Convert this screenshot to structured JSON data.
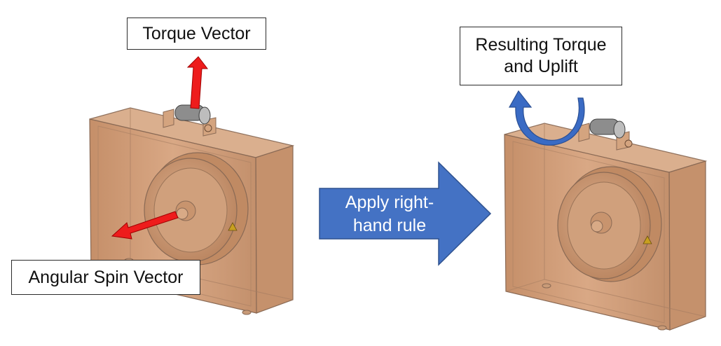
{
  "labels": {
    "torque_vector": "Torque Vector",
    "angular_spin_vector": "Angular Spin Vector",
    "resulting_line1": "Resulting Torque",
    "resulting_line2": "and Uplift"
  },
  "center_arrow": {
    "line1": "Apply right-",
    "line2": "hand rule"
  },
  "colors": {
    "case_fill": "#d4a07a",
    "case_stroke": "#7a5a45",
    "vector_red": "#ee1c1c",
    "arrow_blue": "#4472c4",
    "curl_blue": "#3a6bc4"
  },
  "icons": {
    "left_case": "gyroscope-case",
    "right_case": "gyroscope-case",
    "torque_arrow": "red-up-arrow",
    "spin_arrow": "red-diagonal-arrow",
    "curl_arrow": "blue-curved-arrow"
  }
}
